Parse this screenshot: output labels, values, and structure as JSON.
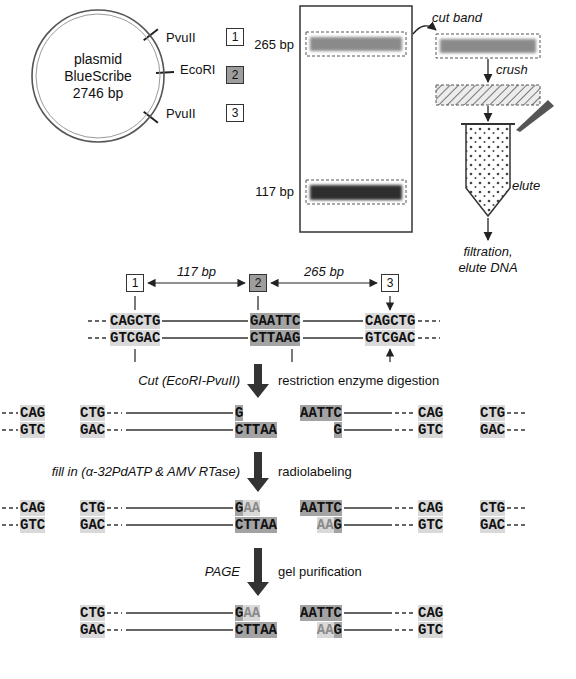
{
  "diagram": {
    "nodes": [
      {
        "text": [
          "plasmid BlueScribe 2746 bp"
        ]
      },
      {
        "text": [
          "1"
        ]
      },
      {
        "text": [
          "2"
        ]
      },
      {
        "text": [
          "3"
        ]
      },
      {
        "text": [
          "1"
        ]
      },
      {
        "text": [
          "2"
        ]
      },
      {
        "text": [
          "3"
        ]
      }
    ],
    "edges": [
      {
        "from": 4,
        "to": 5,
        "arrow": "both",
        "label": "117 bp"
      },
      {
        "from": 5,
        "to": 6,
        "arrow": "both",
        "label": "265 bp"
      }
    ],
    "labels": [
      "PvuII",
      "EcoRI",
      "PvuII",
      "265 bp",
      "117 bp",
      "cut band",
      "crush",
      "elute",
      "filtration, elute DNA",
      "CAGCTG",
      "GAATTC",
      "CAGCTG",
      "GTCGAC",
      "CTTAAG",
      "GTCGAC",
      "Cut (EcoRI-PvuII)",
      "restriction enzyme digestion",
      "CAG",
      "CTG",
      "G",
      "AATTC",
      "CAG",
      "CTG",
      "GTC",
      "GAC",
      "CTTAA",
      "G",
      "GTC",
      "GAC",
      "fill in (α-32PdATP & AMV RTase)",
      "radiolabeling",
      "CAG",
      "CTG",
      "G",
      "AA",
      "AATTC",
      "CAG",
      "CTG",
      "GTC",
      "GAC",
      "CTTAA",
      "AA",
      "G",
      "GTC",
      "GAC",
      "PAGE",
      "gel purification",
      "CTG",
      "G",
      "AA",
      "AATTC",
      "CAG",
      "GAC",
      "CTTAA",
      "AA",
      "G",
      "GTC"
    ]
  }
}
